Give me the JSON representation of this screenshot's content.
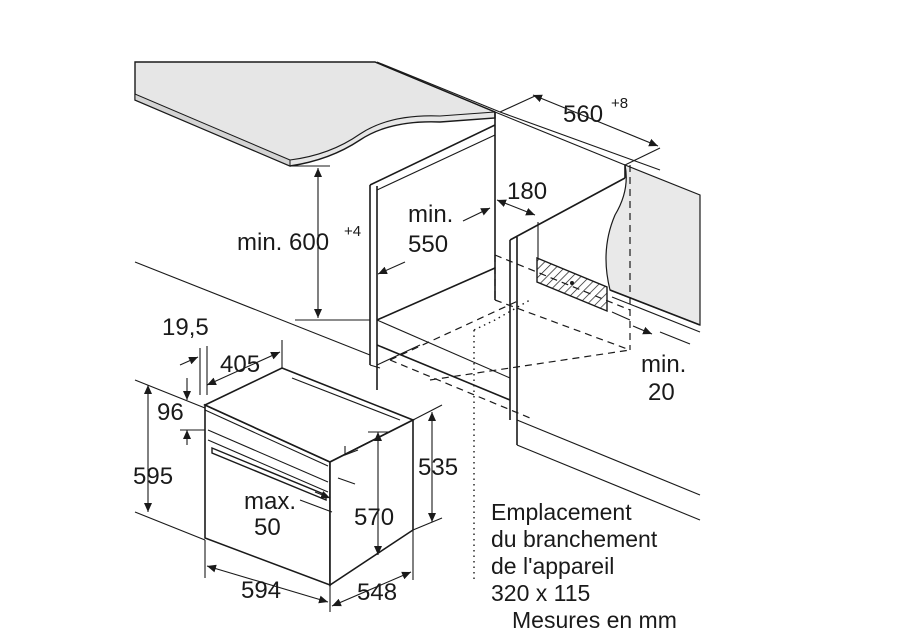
{
  "dimensions": {
    "niche_width": "560",
    "niche_width_tol": "+8",
    "niche_height_lbl": "min. 600",
    "niche_height_tol": "+4",
    "niche_depth_min": "min.",
    "niche_depth_val": "550",
    "cutout": "180",
    "side_gap_min": "min.",
    "side_gap_val": "20",
    "front_offset": "19,5",
    "panel_depth": "405",
    "handle_offset": "96",
    "total_height": "595",
    "handle_max": "max.",
    "handle_max_val": "50",
    "inner_height": "570",
    "body_height": "535",
    "front_width": "594",
    "body_depth": "548"
  },
  "notes": {
    "connection_line1": "Emplacement",
    "connection_line2": "du branchement",
    "connection_line3": "de l'appareil",
    "connection_line4": "320 x 115",
    "units": "Mesures en mm"
  },
  "colors": {
    "line": "#1a1a1a",
    "countertop": "#e6e6e6",
    "wall": "#e9e9e9"
  },
  "icons": {
    "arrow": "arrowhead"
  }
}
